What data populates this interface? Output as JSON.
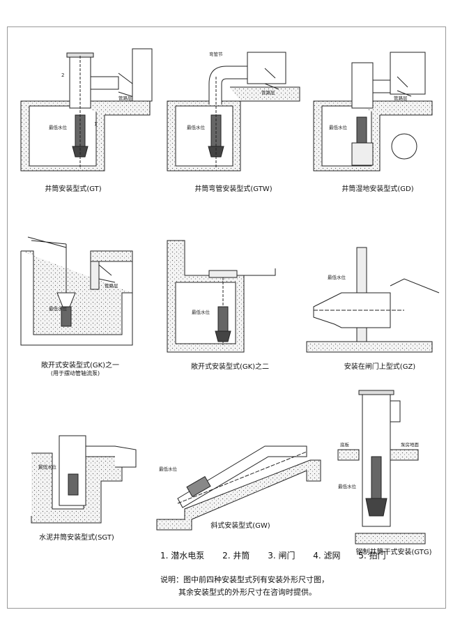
{
  "captions": {
    "gt": "井筒安装型式(GT)",
    "gtw": "井筒弯管安装型式(GTW)",
    "gd": "井筒湿地安装型式(GD)",
    "gk1": "敞开式安装型式(GK)之一",
    "gk1_sub": "(用于摆动管轴流泵)",
    "gk2": "敞开式安装型式(GK)之二",
    "gz": "安装在闸门上型式(GZ)",
    "sgt": "水泥井筒安装型式(SGT)",
    "gw": "斜式安装型式(GW)",
    "gtg": "钢制井筒干式安装(GTG)"
  },
  "labels": {
    "min_water": "最低水位",
    "pipe_floor": "管路层",
    "bend": "弯管节",
    "floor": "底板",
    "pump_room_floor": "泵房地面"
  },
  "legend": [
    "1. 潜水电泵",
    "2. 井筒",
    "3. 闸门",
    "4. 滤网",
    "5. 拍门"
  ],
  "note": {
    "line1": "说明：图中前四种安装型式列有安装外形尺寸图，",
    "line2": "其余安装型式的外形尺寸在咨询时提供。"
  }
}
